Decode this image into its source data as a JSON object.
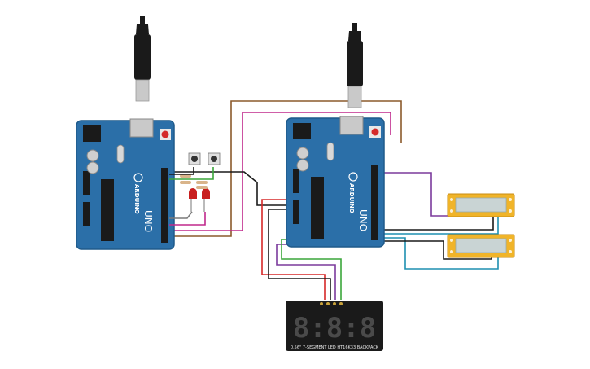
{
  "boards": [
    {
      "id": "left",
      "brand_label": "ARDUINO",
      "model_label": "UNO"
    },
    {
      "id": "right",
      "brand_label": "ARDUINO",
      "model_label": "UNO"
    }
  ],
  "display": {
    "digits": "8:8:8",
    "caption": "0.56\" 7-SEGMENT LED HT16K33 BACKPACK"
  },
  "components": {
    "pushbuttons": 2,
    "leds": 2,
    "resistors": 4,
    "lcd_modules": 2,
    "usb_cables": 2
  },
  "colors": {
    "board": "#2b6fa8",
    "board_edge": "#1f5a8a",
    "led": "#c81e1e",
    "lcd_frame": "#f0b429",
    "lcd_screen": "#c9d4d4",
    "display_body": "#1a1a1a",
    "segment": "#4a4a4a",
    "wire_black": "#1a1a1a",
    "wire_brown": "#8b5a2b",
    "wire_magenta": "#c0288c",
    "wire_purple": "#7b3a9c",
    "wire_teal": "#1e8fb0",
    "wire_green": "#3aa63a",
    "wire_red": "#d62828",
    "wire_grey": "#7a7a7a"
  },
  "icons": [
    "usb-plug-icon",
    "arduino-logo-icon",
    "reset-button-icon"
  ]
}
